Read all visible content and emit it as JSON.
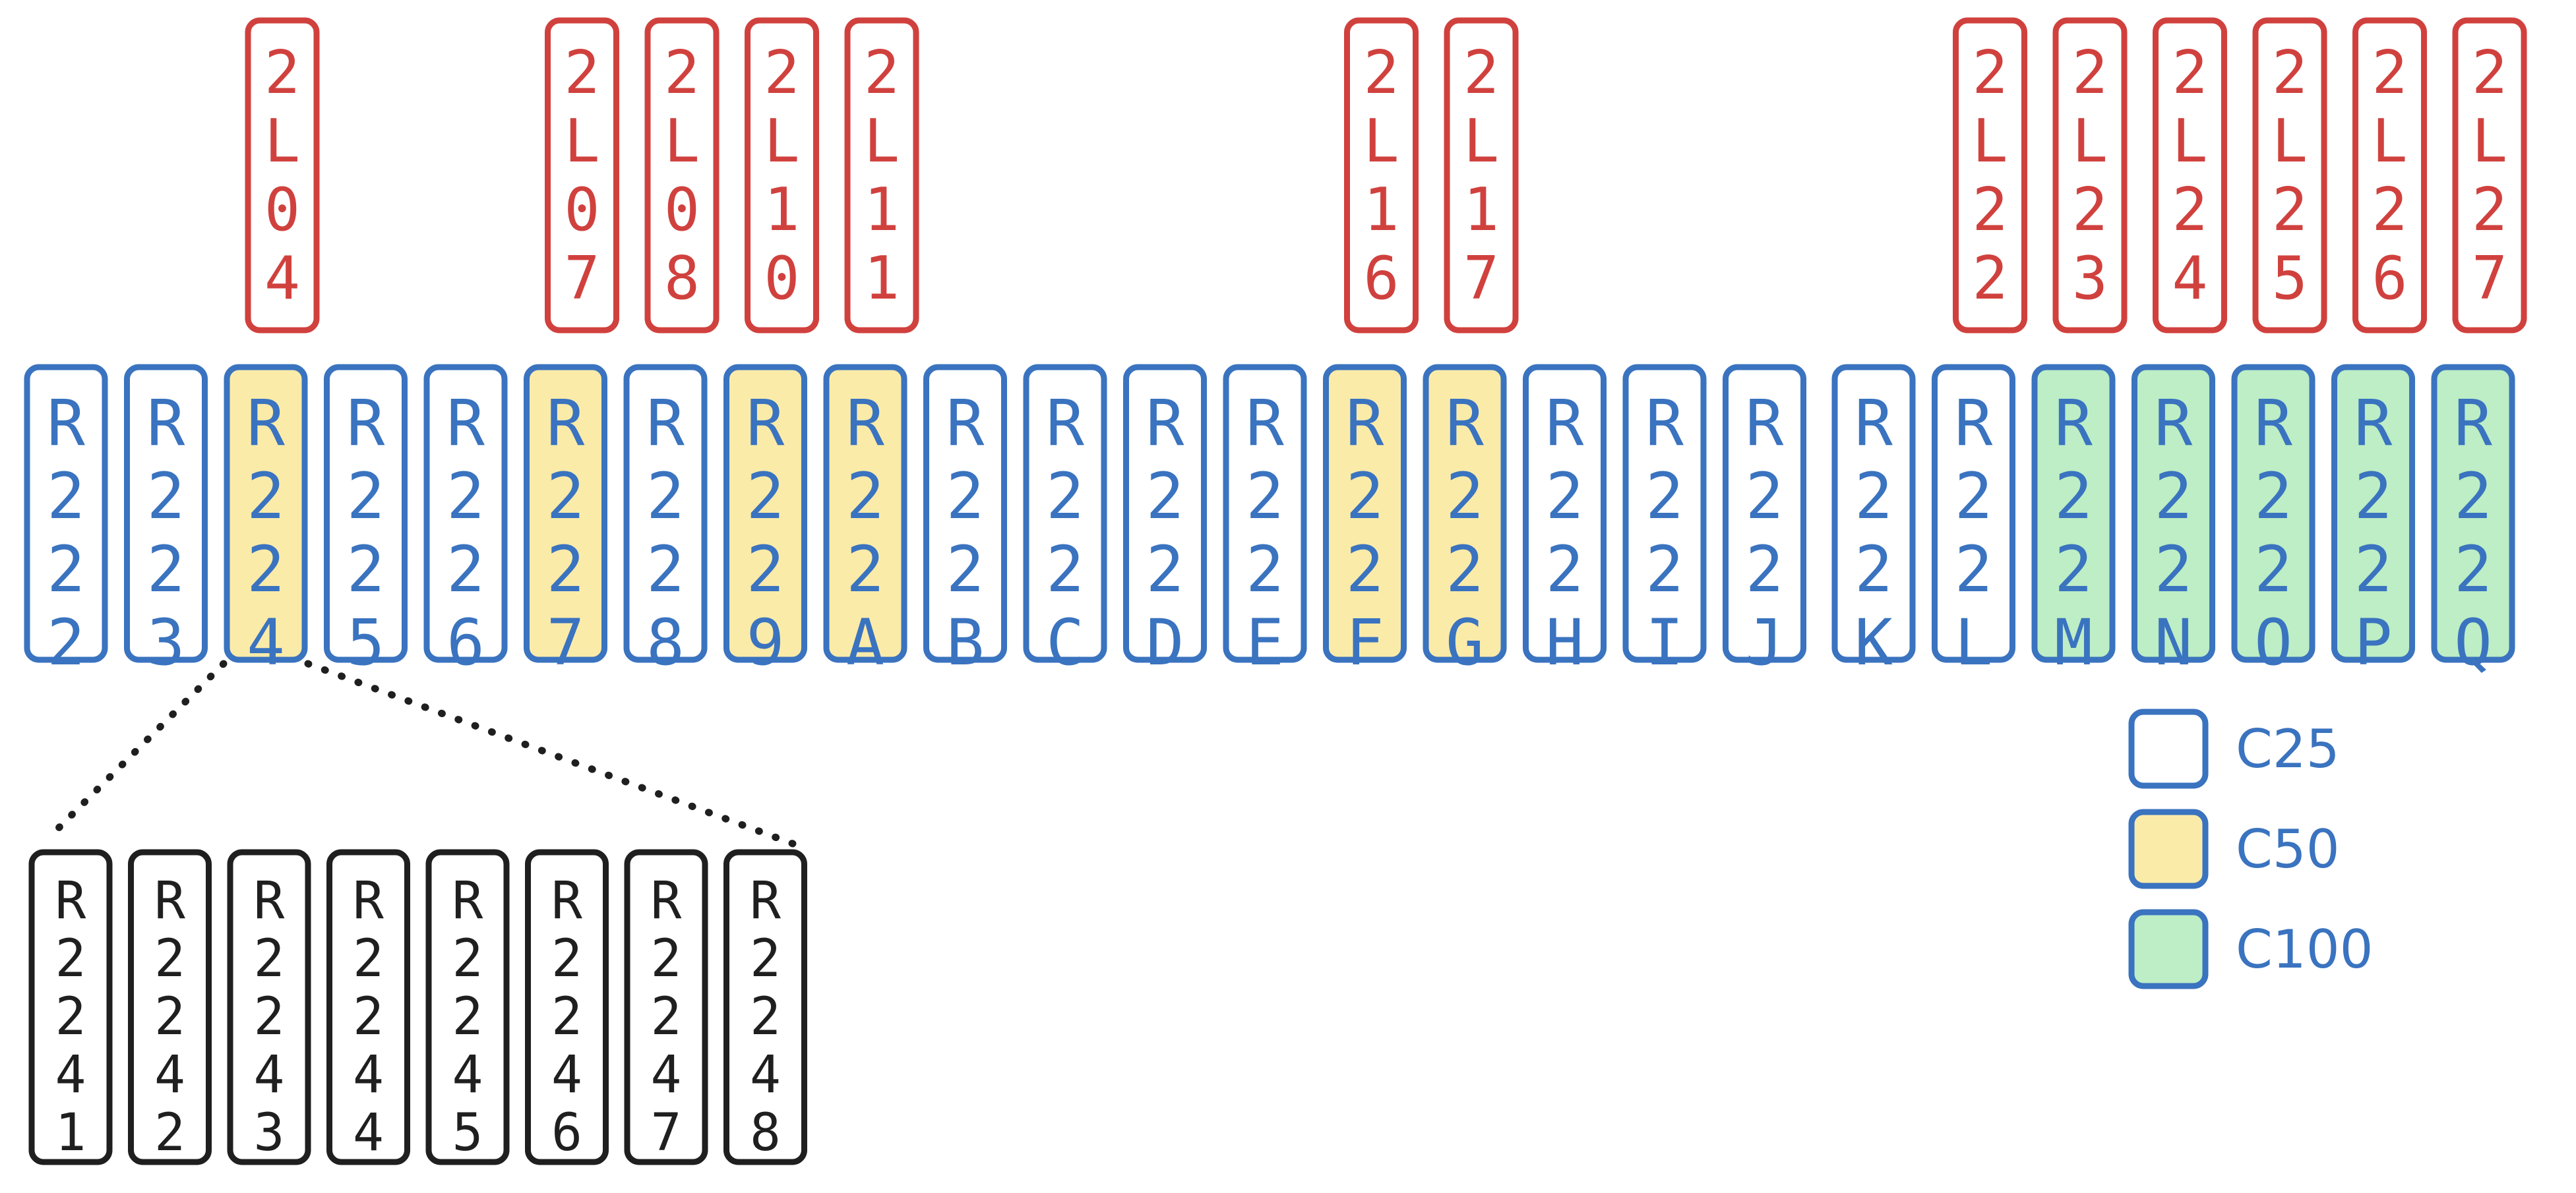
{
  "colors": {
    "blue_stroke": "#3a73bf",
    "blue_text": "#3a73bf",
    "red": "#d0413e",
    "black": "#1f1f1f",
    "c25_fill": "#ffffff",
    "c50_fill": "#fbeba9",
    "c100_fill": "#bdeec5",
    "dots": "#1f1f1f"
  },
  "links": [
    {
      "label": "2L04",
      "above": "R224"
    },
    {
      "label": "2L07",
      "above": "R227"
    },
    {
      "label": "2L08",
      "above": "R228"
    },
    {
      "label": "2L10",
      "above": "R229"
    },
    {
      "label": "2L11",
      "above": "R22A"
    },
    {
      "label": "2L16",
      "above": "R22F"
    },
    {
      "label": "2L17",
      "above": "R22G"
    },
    {
      "label": "2L22",
      "above": "R22L"
    },
    {
      "label": "2L23",
      "above": "R22M"
    },
    {
      "label": "2L24",
      "above": "R22N"
    },
    {
      "label": "2L25",
      "above": "R22O"
    },
    {
      "label": "2L26",
      "above": "R22P"
    },
    {
      "label": "2L27",
      "above": "R22Q"
    }
  ],
  "routers": [
    {
      "label": "R222",
      "class": "C25"
    },
    {
      "label": "R223",
      "class": "C25"
    },
    {
      "label": "R224",
      "class": "C50"
    },
    {
      "label": "R225",
      "class": "C25"
    },
    {
      "label": "R226",
      "class": "C25"
    },
    {
      "label": "R227",
      "class": "C50"
    },
    {
      "label": "R228",
      "class": "C25"
    },
    {
      "label": "R229",
      "class": "C50"
    },
    {
      "label": "R22A",
      "class": "C50"
    },
    {
      "label": "R22B",
      "class": "C25"
    },
    {
      "label": "R22C",
      "class": "C25"
    },
    {
      "label": "R22D",
      "class": "C25"
    },
    {
      "label": "R22E",
      "class": "C25"
    },
    {
      "label": "R22F",
      "class": "C50"
    },
    {
      "label": "R22G",
      "class": "C50"
    },
    {
      "label": "R22H",
      "class": "C25"
    },
    {
      "label": "R22I",
      "class": "C25"
    },
    {
      "label": "R22J",
      "class": "C25"
    },
    {
      "label": "R22K",
      "class": "C25"
    },
    {
      "label": "R22L",
      "class": "C25"
    },
    {
      "label": "R22M",
      "class": "C100"
    },
    {
      "label": "R22N",
      "class": "C100"
    },
    {
      "label": "R22O",
      "class": "C100"
    },
    {
      "label": "R22P",
      "class": "C100"
    },
    {
      "label": "R22Q",
      "class": "C100"
    }
  ],
  "expanded_parent": "R224",
  "subunits": [
    "R2241",
    "R2242",
    "R2243",
    "R2244",
    "R2245",
    "R2246",
    "R2247",
    "R2248"
  ],
  "legend": [
    {
      "label": "C25",
      "class": "C25"
    },
    {
      "label": "C50",
      "class": "C50"
    },
    {
      "label": "C100",
      "class": "C100"
    }
  ]
}
